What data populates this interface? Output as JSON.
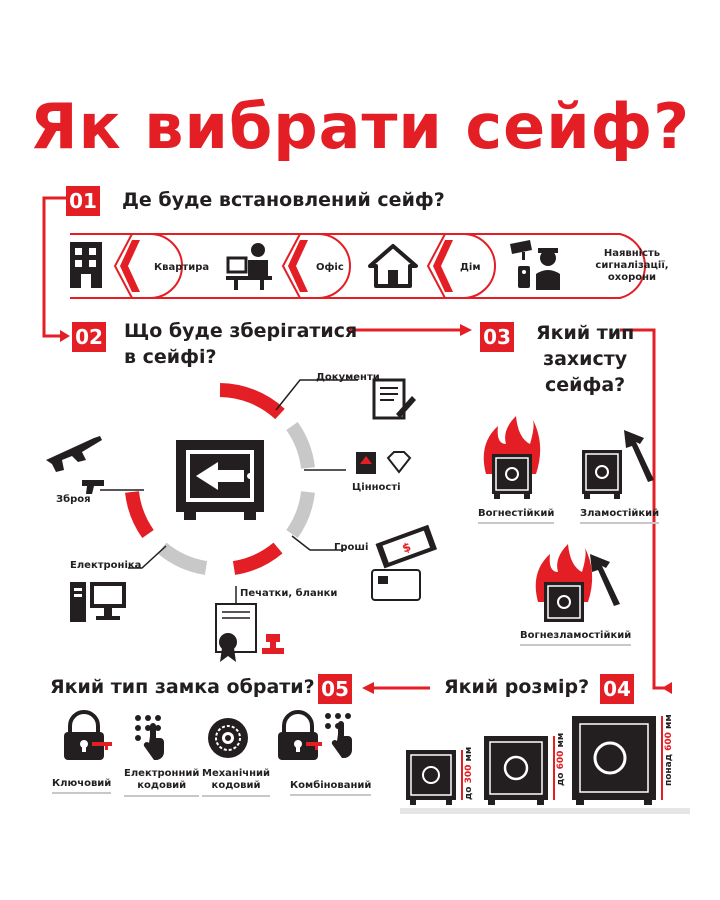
{
  "title": "Як вибрати сейф?",
  "steps": {
    "s1": {
      "num": "01",
      "title": "Де буде встановлений сейф?"
    },
    "s2": {
      "num": "02",
      "title_line1": "Що буде зберігатися",
      "title_line2": "в сейфі?"
    },
    "s3": {
      "num": "03",
      "title_line1": "Який тип",
      "title_line2": "захисту",
      "title_line3": "сейфа?"
    },
    "s4": {
      "num": "04",
      "title": "Який розмір?"
    },
    "s5": {
      "num": "05",
      "title": "Який тип замка обрати?"
    }
  },
  "locations": [
    {
      "label": "Квартира",
      "icon": "apartment-building-icon"
    },
    {
      "label": "Офіс",
      "icon": "office-worker-icon"
    },
    {
      "label": "Дім",
      "icon": "house-icon"
    },
    {
      "label_line1": "Наявність",
      "label_line2": "сигналізації,",
      "label_line3": "охорони",
      "icon": "security-camera-guard-icon"
    }
  ],
  "contents": {
    "documents": "Документи",
    "valuables": "Цінності",
    "money": "Гроші",
    "stamps": "Печатки, бланки",
    "electronics": "Електроніка",
    "weapons": "Зброя"
  },
  "protection": {
    "fire": "Вогнестійкий",
    "burglary": "Зламостійкий",
    "both": "Вогнезламостійкий"
  },
  "sizes": [
    {
      "prefix": "до ",
      "value": "300",
      "unit": " мм"
    },
    {
      "prefix": "до ",
      "value": "600",
      "unit": " мм"
    },
    {
      "prefix": "понад ",
      "value": "600",
      "unit": " мм"
    }
  ],
  "locks": {
    "key": "Ключовий",
    "electronic_line1": "Електронний",
    "electronic_line2": "кодовий",
    "mechanical_line1": "Механічний",
    "mechanical_line2": "кодовий",
    "combined": "Комбінований"
  },
  "colors": {
    "accent": "#e31e24",
    "dark": "#231f20",
    "grey": "#c8c8c8"
  }
}
